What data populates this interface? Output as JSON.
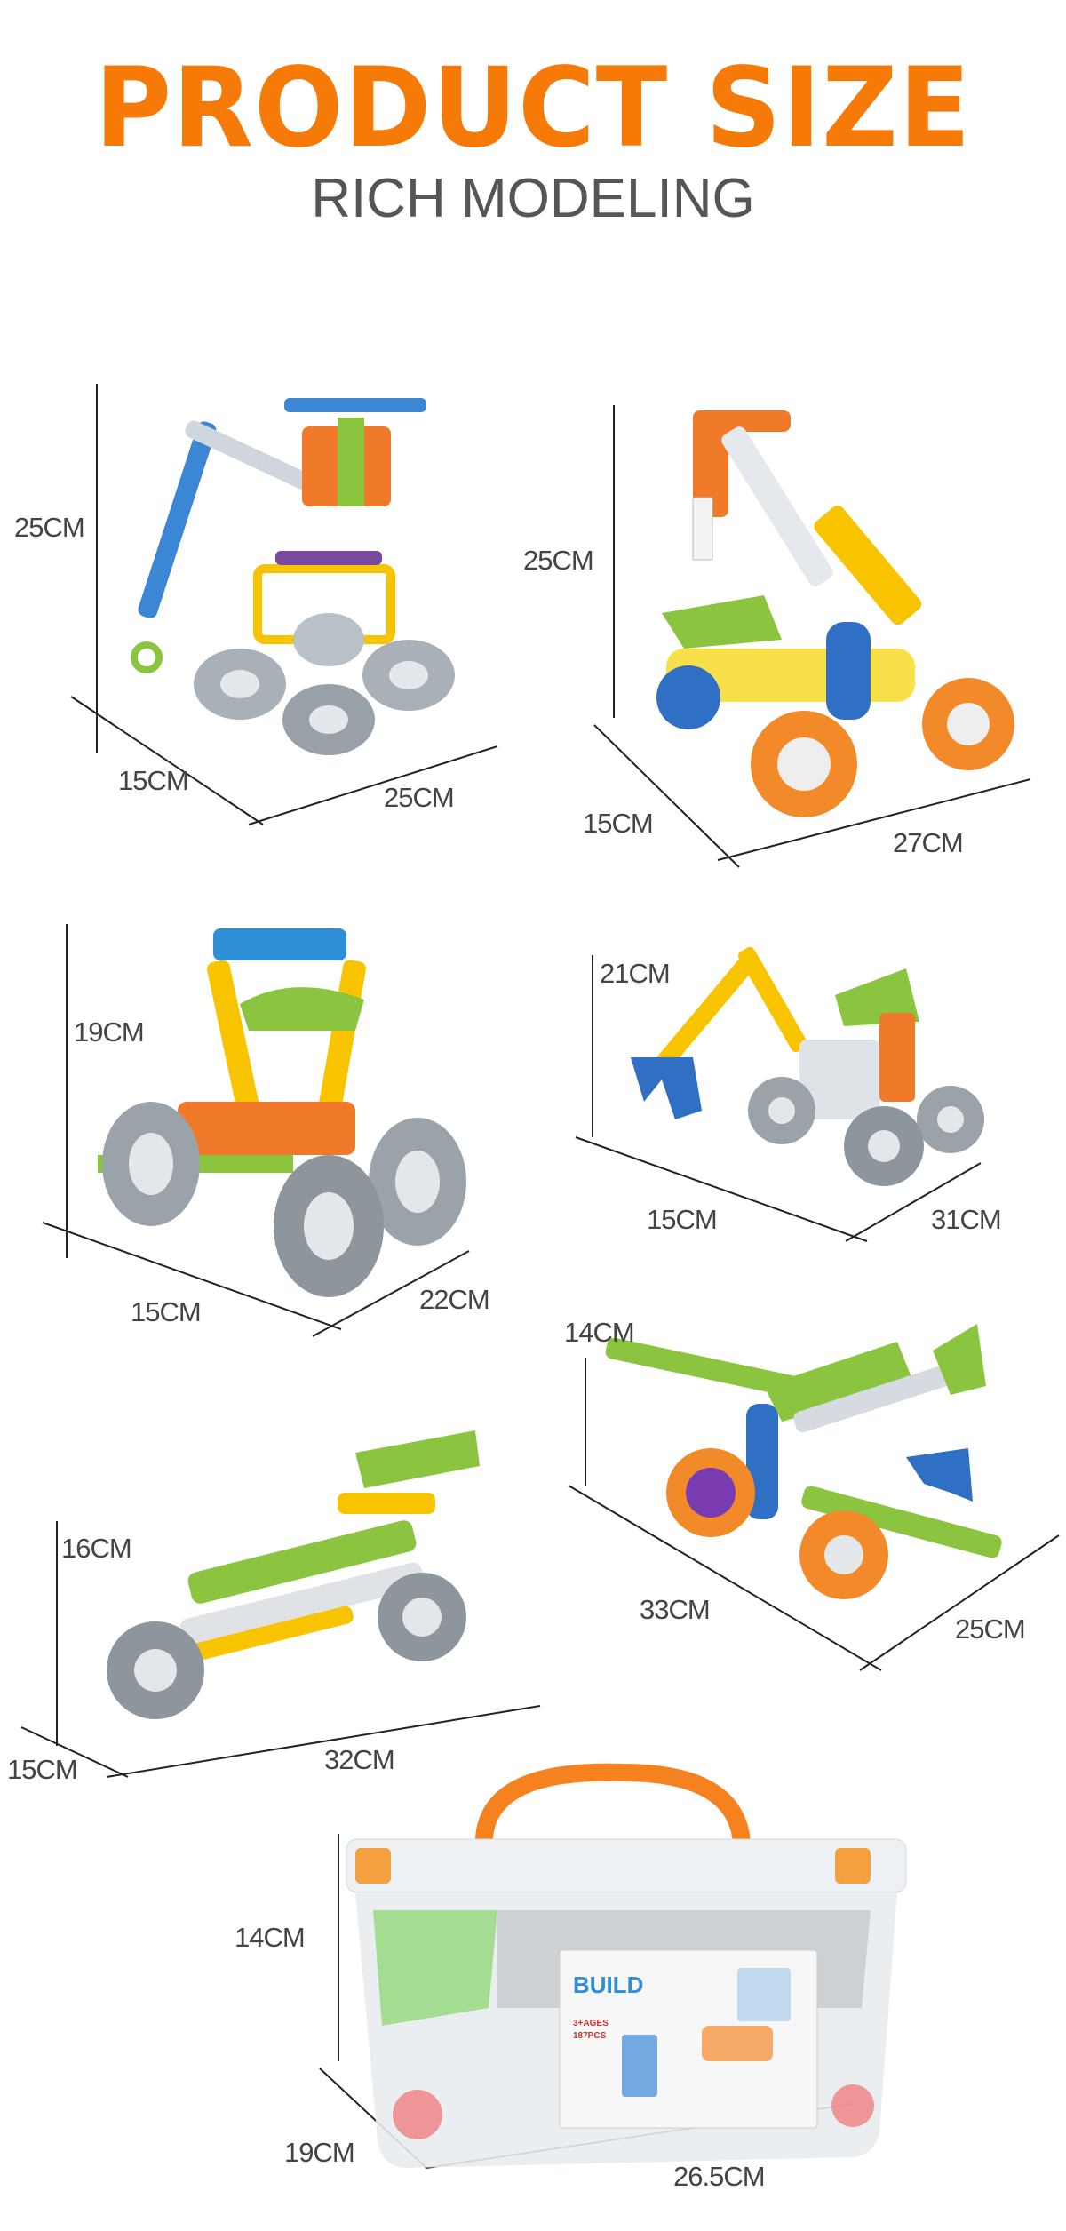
{
  "header": {
    "title": "PRODUCT SIZE",
    "subtitle": "RICH MODELING"
  },
  "colors": {
    "title": "#f57a08",
    "subtitle": "#555555",
    "dimension_text": "#444444"
  },
  "models": [
    {
      "name": "crane-robot",
      "height": "25CM",
      "depth": "15CM",
      "width": "25CM"
    },
    {
      "name": "crane-truck",
      "height": "25CM",
      "depth": "15CM",
      "width": "27CM"
    },
    {
      "name": "buggy",
      "height": "19CM",
      "depth": "15CM",
      "width": "22CM"
    },
    {
      "name": "excavator",
      "height": "21CM",
      "depth": "15CM",
      "width": "31CM"
    },
    {
      "name": "airplane",
      "height": "14CM",
      "depth": "33CM",
      "width": "25CM"
    },
    {
      "name": "race-car",
      "height": "16CM",
      "depth": "15CM",
      "width": "32CM"
    }
  ],
  "storage_box": {
    "height": "14CM",
    "depth": "19CM",
    "width": "26.5CM",
    "label_logo": "BUILD",
    "label_ages": "3+AGES",
    "label_pcs": "187PCS"
  }
}
